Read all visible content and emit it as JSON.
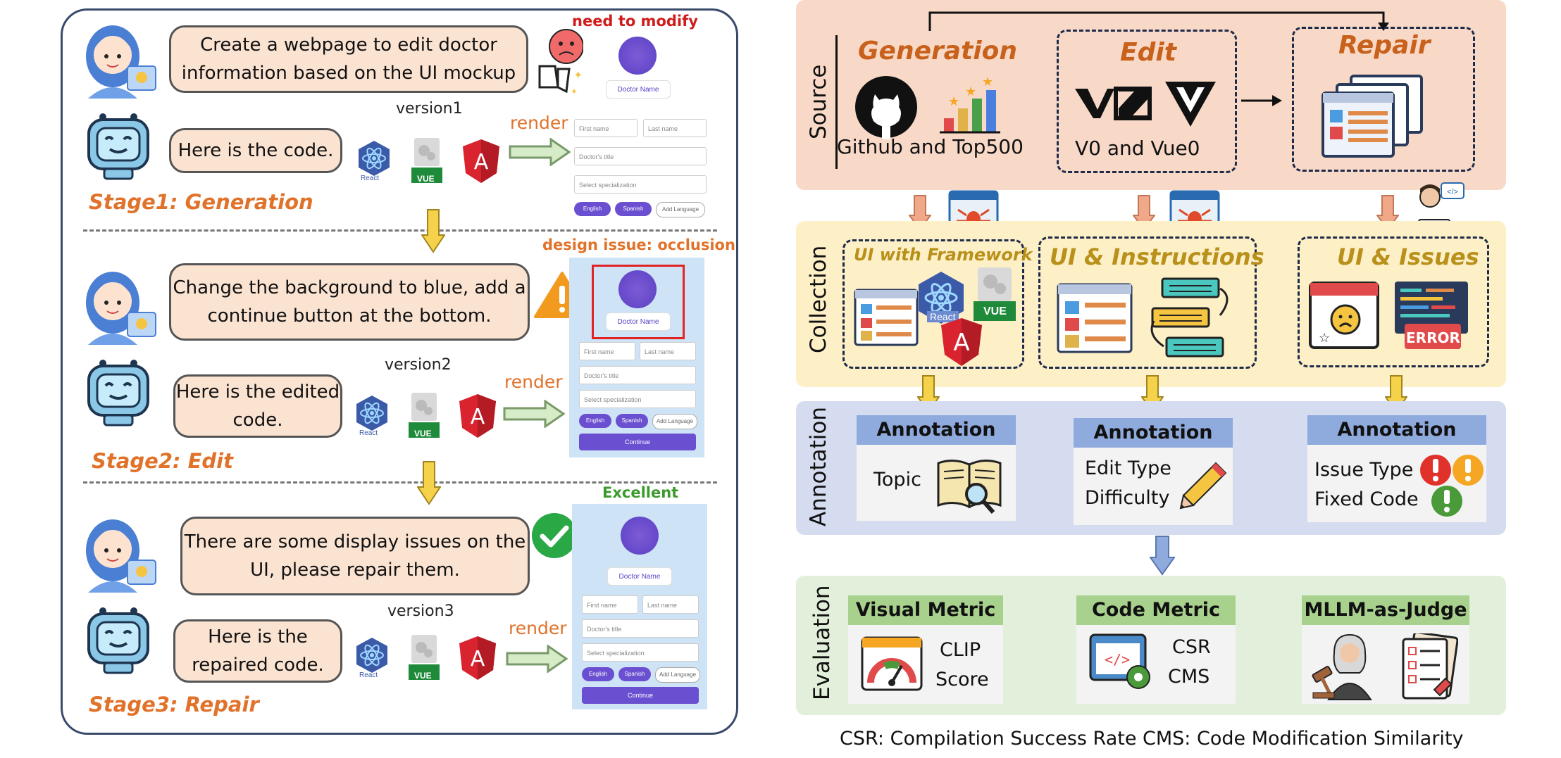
{
  "left": {
    "note_stage1": "need to modify",
    "note_stage2": "design issue: occlusion",
    "note_stage3": "Excellent",
    "user_msg_1": "Create a webpage to edit doctor information based on the UI mockup",
    "user_msg_2": "Change the background to blue, add a continue button at the bottom.",
    "user_msg_3": "There are some display issues on the UI, please repair them.",
    "bot_msg_1": "Here is the code.",
    "bot_msg_2": "Here is the edited code.",
    "bot_msg_3": "Here is the repaired code.",
    "version_1": "version1",
    "version_2": "version2",
    "version_3": "version3",
    "render_label": "render",
    "stage_1": "Stage1: Generation",
    "stage_2": "Stage2: Edit",
    "stage_3": "Stage3: Repair",
    "react_label": "React",
    "vue_label": "VUE",
    "mockup": {
      "doctor_name": "Doctor Name",
      "first_name": "First name",
      "last_name": "Last name",
      "doctor_title": "Doctor's title",
      "specialization": "Select specialization",
      "lang1": "English",
      "lang2": "Spanish",
      "add_language": "Add Language",
      "continue": "Continue"
    }
  },
  "right": {
    "source": {
      "label": "Source",
      "generation_title": "Generation",
      "generation_sub": "Github and Top500",
      "edit_title": "Edit",
      "edit_sub": "V0 and Vue0",
      "repair_title": "Repair"
    },
    "collection": {
      "label": "Collection",
      "col1": "UI with Framework",
      "col2": "UI & Instructions",
      "col3": "UI & Issues",
      "react_label": "React",
      "vue_label": "VUE",
      "error_label": "ERROR"
    },
    "annotation": {
      "label": "Annotation",
      "head": "Annotation",
      "col1_items": [
        "Topic"
      ],
      "col2_items": [
        "Edit Type",
        "Difficulty"
      ],
      "col3_items": [
        "Issue Type",
        "Fixed Code"
      ]
    },
    "evaluation": {
      "label": "Evaluation",
      "col1_head": "Visual Metric",
      "col1_items": [
        "CLIP",
        "Score"
      ],
      "col2_head": "Code Metric",
      "col2_items": [
        "CSR",
        "CMS"
      ],
      "col3_head": "MLLM-as-Judge"
    },
    "footer": "CSR: Compilation Success Rate   CMS: Code Modification Similarity"
  },
  "colors": {
    "source_bg": "#f8d9c8",
    "collection_bg": "#fdefc6",
    "annotation_bg": "#d6dcf0",
    "evaluation_bg": "#e2efda",
    "stage_orange": "#e0722a",
    "title_gold": "#b8901a",
    "anno_blue": "#8faadc",
    "eval_green": "#a9d18e"
  }
}
